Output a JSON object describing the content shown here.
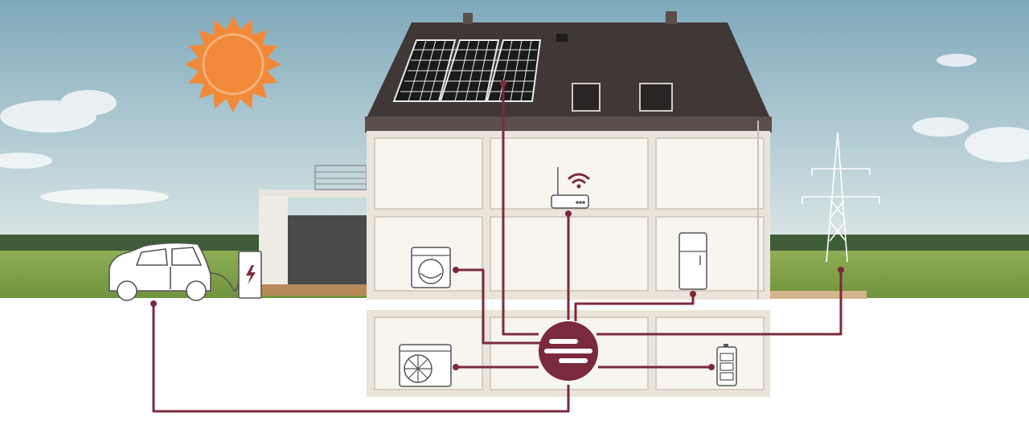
{
  "diagram": {
    "nodes": [
      {
        "id": "solar-panels",
        "icon": "solar-panel-icon"
      },
      {
        "id": "router",
        "icon": "wifi-router-icon"
      },
      {
        "id": "washing-machine",
        "icon": "washing-machine-icon"
      },
      {
        "id": "fridge",
        "icon": "fridge-icon"
      },
      {
        "id": "heat-pump",
        "icon": "heat-pump-icon"
      },
      {
        "id": "home-battery",
        "icon": "battery-icon"
      },
      {
        "id": "grid",
        "icon": "power-pylon-icon"
      },
      {
        "id": "electric-car",
        "icon": "electric-car-icon"
      },
      {
        "id": "wallbox",
        "icon": "charging-station-icon"
      },
      {
        "id": "energy-hub",
        "icon": "energy-manager-logo-icon"
      }
    ],
    "edges": [
      {
        "from": "solar-panels",
        "to": "energy-hub"
      },
      {
        "from": "router",
        "to": "energy-hub"
      },
      {
        "from": "washing-machine",
        "to": "energy-hub"
      },
      {
        "from": "fridge",
        "to": "energy-hub"
      },
      {
        "from": "grid",
        "to": "energy-hub"
      },
      {
        "from": "heat-pump",
        "to": "energy-hub"
      },
      {
        "from": "home-battery",
        "to": "energy-hub"
      },
      {
        "from": "electric-car",
        "to": "energy-hub"
      }
    ]
  },
  "colors": {
    "connector": "#7a2a3c",
    "sun": "#f08a3a",
    "roof": "#3f3836",
    "wall": "#f2ece4",
    "sky_top": "#86aebe",
    "grass": "#7ea04a"
  }
}
